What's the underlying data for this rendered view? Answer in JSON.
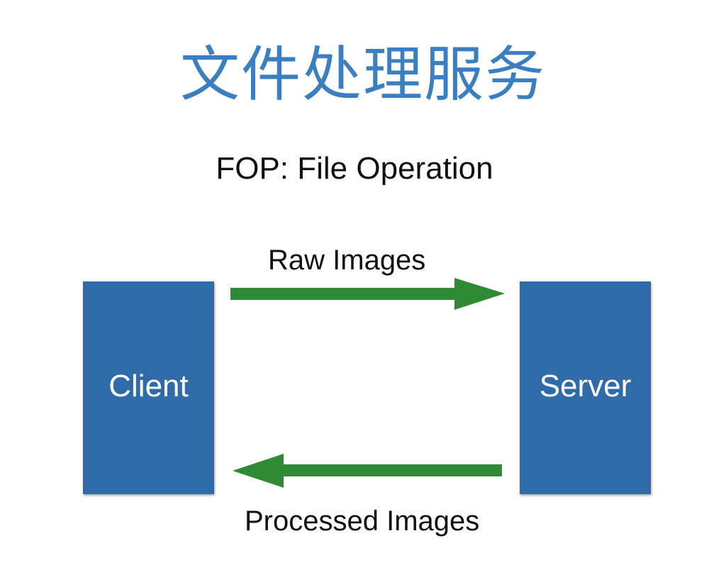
{
  "title": "文件处理服务",
  "subtitle": "FOP: File Operation",
  "nodes": {
    "client": {
      "label": "Client"
    },
    "server": {
      "label": "Server"
    }
  },
  "edges": {
    "raw": {
      "label": "Raw Images",
      "from": "Client",
      "to": "Server"
    },
    "processed": {
      "label": "Processed Images",
      "from": "Server",
      "to": "Client"
    }
  },
  "colors": {
    "title": "#3b7fc3",
    "box": "#2f6ba8",
    "arrow": "#2e8b34"
  }
}
